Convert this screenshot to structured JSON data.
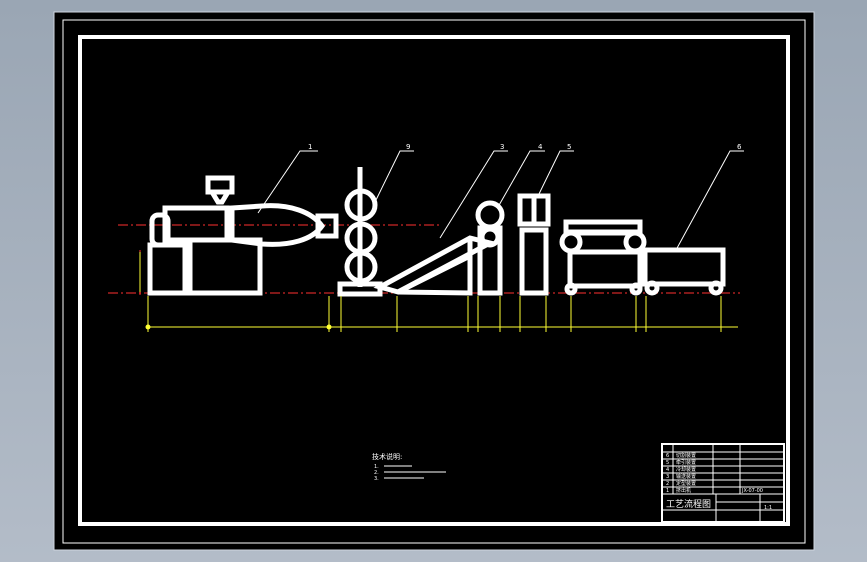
{
  "drawing": {
    "balloons": [
      "1",
      "9",
      "3",
      "4",
      "5",
      "6"
    ],
    "notes_heading": "技术说明:",
    "notes_lines": [
      "1.",
      "2.",
      "3."
    ],
    "title_block": {
      "parts_rows": [
        {
          "no": "6",
          "name": "切割装置"
        },
        {
          "no": "5",
          "name": "牵引装置"
        },
        {
          "no": "4",
          "name": "冷却装置"
        },
        {
          "no": "3",
          "name": "输送装置"
        },
        {
          "no": "2",
          "name": "定型装置"
        },
        {
          "no": "1",
          "name": "挤出机"
        }
      ],
      "drawing_title": "工艺流程图",
      "drawing_no": "JX-07-00",
      "scale": "1:1"
    }
  },
  "colors": {
    "sheet": "#000000",
    "frame": "#ffffff",
    "center_line": "#ff2a2a",
    "dimension": "#ffff33",
    "leader": "#ffffff"
  }
}
